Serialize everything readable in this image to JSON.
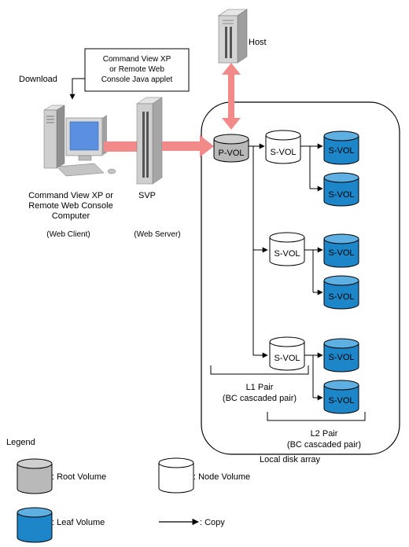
{
  "client": {
    "label_line1": "Command View XP or",
    "label_line2": "Remote Web Console",
    "label_line3": "Computer",
    "role": "(Web Client)"
  },
  "callout": {
    "line1": "Command View XP",
    "line2": "or Remote Web",
    "line3": "Console Java applet"
  },
  "download_label": "Download",
  "svp": {
    "label": "SVP",
    "role": "(Web Server)"
  },
  "host": {
    "label": "Host"
  },
  "volumes": {
    "pvol": "P-VOL",
    "svol": "S-VOL",
    "svol_node_2": "S-VOL",
    "svol_node_3": "S-VOL",
    "svol_leaf": "S-VOL",
    "svol_node_1": "S-VOL"
  },
  "pairs": {
    "l1_line1": "L1 Pair",
    "l1_line2": "(BC cascaded pair)",
    "l2_line1": "L2 Pair",
    "l2_line2": "(BC cascaded pair)"
  },
  "array_label": "Local disk array",
  "legend": {
    "title": "Legend",
    "root": ":   Root Volume",
    "node": ":   Node Volume",
    "leaf": ":   Leaf Volume",
    "copy": ":   Copy"
  },
  "colors": {
    "root_fill": "#b9b9b9",
    "leaf_fill": "#1d86c8",
    "leaf_top": "#5fb0e2",
    "big_arrow": "#f28a8a"
  }
}
